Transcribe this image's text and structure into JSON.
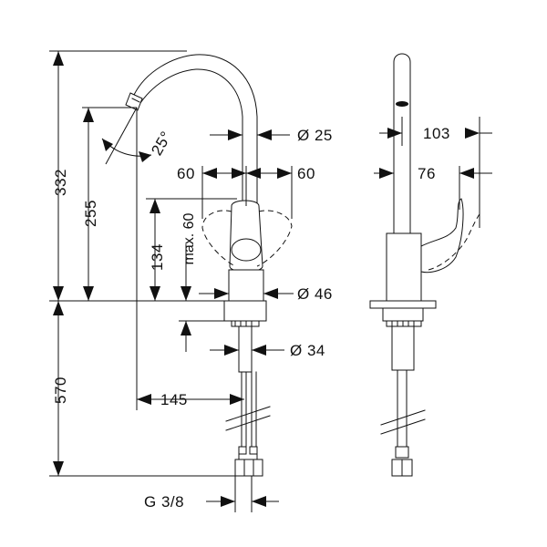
{
  "dimensions": {
    "total_height": "332",
    "spout_height": "255",
    "lever_height": "134",
    "lever_clearance": "max. 60",
    "base_to_bottom": "570",
    "spout_reach": "145",
    "spout_angle": "25°",
    "spout_diameter": "Ø 25",
    "lever_left_swing": "60",
    "lever_right_swing": "60",
    "body_diameter": "Ø 46",
    "shank_diameter": "Ø 34",
    "connection_thread": "G 3/8",
    "side_depth": "103",
    "side_offset": "76"
  }
}
